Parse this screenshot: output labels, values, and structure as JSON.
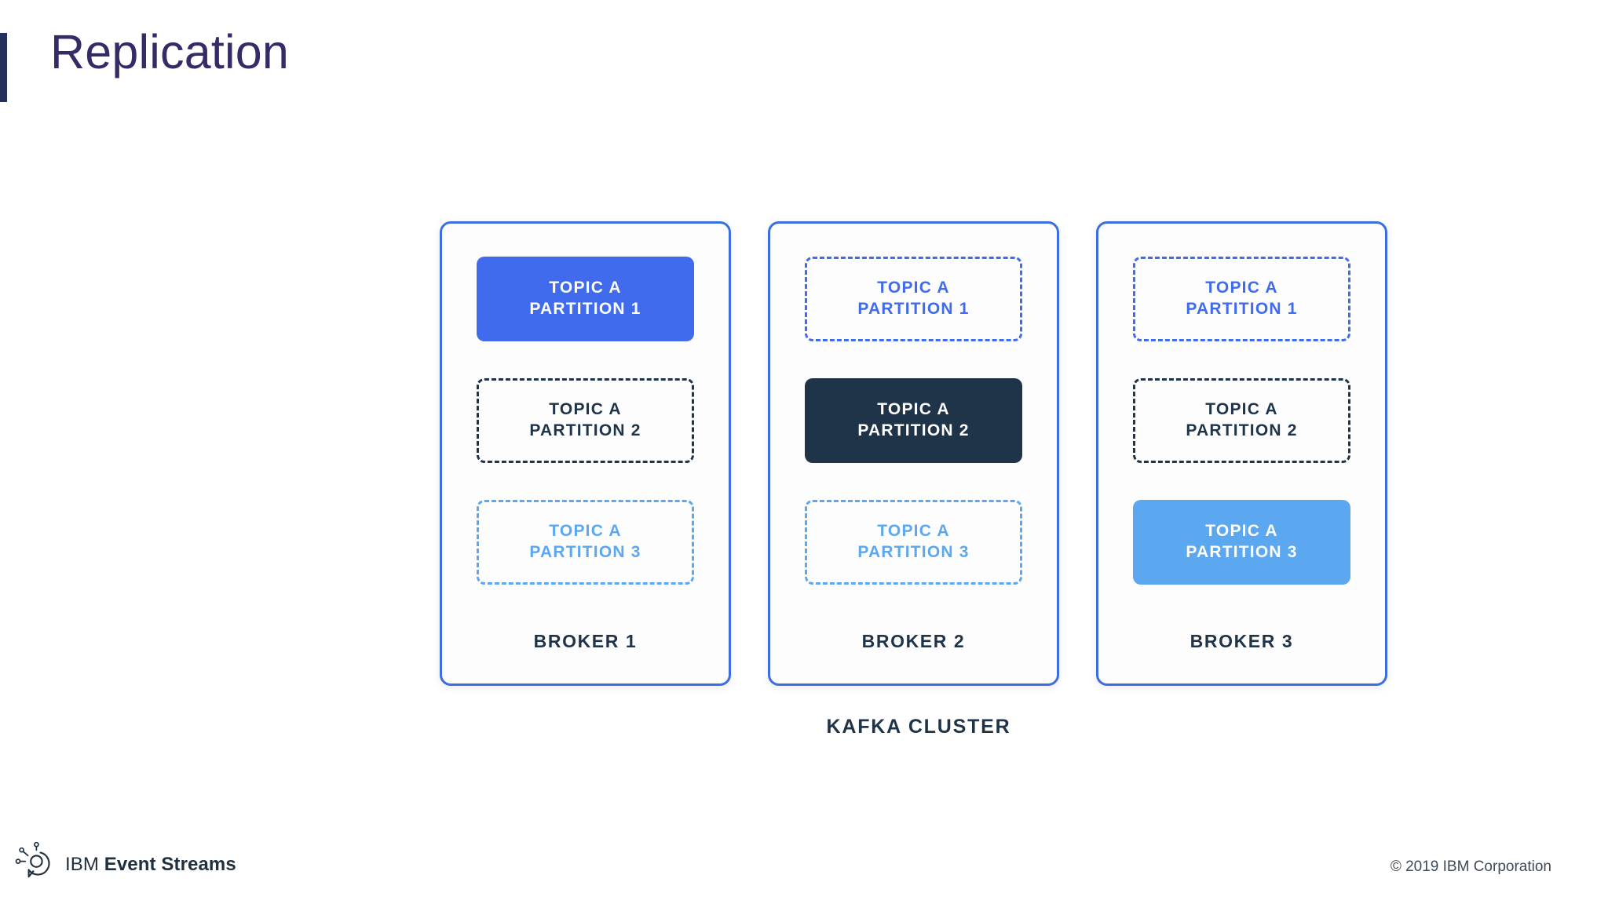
{
  "slide": {
    "title": "Replication",
    "accent_color": "#23305b",
    "title_color": "#352b66",
    "background": "#ffffff"
  },
  "diagram": {
    "cluster_label": "KAFKA CLUSTER",
    "colors": {
      "broker_border": "#3b6ee0",
      "royal_blue": "#3f6bec",
      "light_blue": "#5ba7f0",
      "navy": "#1f3449",
      "white": "#ffffff"
    },
    "brokers": [
      {
        "label": "BROKER 1",
        "partitions": [
          {
            "topic": "TOPIC A",
            "partition": "PARTITION 1",
            "style": "p-solid-blue",
            "state": "leader"
          },
          {
            "topic": "TOPIC A",
            "partition": "PARTITION 2",
            "style": "p-dashed-navy",
            "state": "replica"
          },
          {
            "topic": "TOPIC A",
            "partition": "PARTITION 3",
            "style": "p-dashed-lightblue",
            "state": "replica"
          }
        ]
      },
      {
        "label": "BROKER 2",
        "partitions": [
          {
            "topic": "TOPIC A",
            "partition": "PARTITION 1",
            "style": "p-dashed-blue",
            "state": "replica"
          },
          {
            "topic": "TOPIC A",
            "partition": "PARTITION 2",
            "style": "p-solid-navy",
            "state": "leader"
          },
          {
            "topic": "TOPIC A",
            "partition": "PARTITION 3",
            "style": "p-dashed-lightblue",
            "state": "replica"
          }
        ]
      },
      {
        "label": "BROKER 3",
        "partitions": [
          {
            "topic": "TOPIC A",
            "partition": "PARTITION 1",
            "style": "p-dashed-blue",
            "state": "replica"
          },
          {
            "topic": "TOPIC A",
            "partition": "PARTITION 2",
            "style": "p-dashed-navy",
            "state": "replica"
          },
          {
            "topic": "TOPIC A",
            "partition": "PARTITION 3",
            "style": "p-solid-lightblue",
            "state": "leader"
          }
        ]
      }
    ]
  },
  "footer": {
    "logo_icon": "event-streams-logo-icon",
    "logo_ibm": "IBM",
    "logo_product": "Event Streams",
    "copyright": "© 2019 IBM Corporation"
  }
}
